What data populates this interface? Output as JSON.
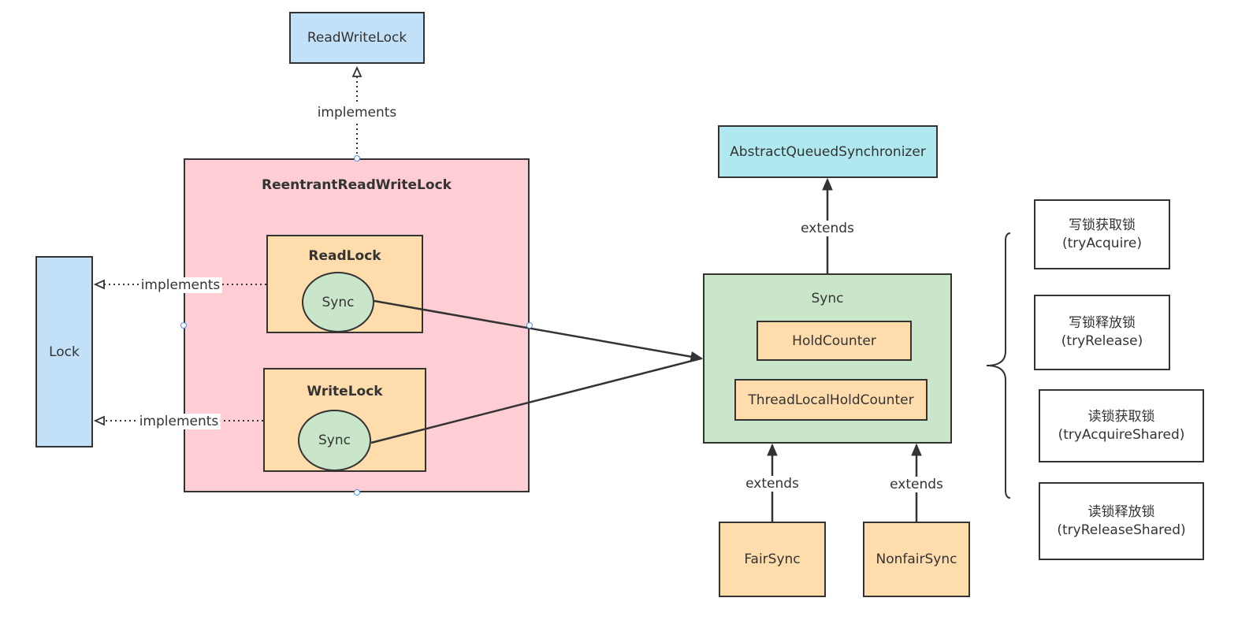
{
  "nodes": {
    "read_write_lock": "ReadWriteLock",
    "lock": "Lock",
    "reentrant_read_write_lock": "ReentrantReadWriteLock",
    "read_lock": "ReadLock",
    "read_lock_sync": "Sync",
    "write_lock": "WriteLock",
    "write_lock_sync": "Sync",
    "aqs": "AbstractQueuedSynchronizer",
    "sync": "Sync",
    "hold_counter": "HoldCounter",
    "thread_local_hold_counter": "ThreadLocalHoldCounter",
    "fair_sync": "FairSync",
    "nonfair_sync": "NonfairSync"
  },
  "edge_labels": {
    "rrwl_implements_rwl": "implements",
    "readlock_implements_lock": "implements",
    "writelock_implements_lock": "implements",
    "sync_extends_aqs": "extends",
    "fair_extends_sync": "extends",
    "nonfair_extends_sync": "extends"
  },
  "methods": [
    {
      "name": "写锁获取锁",
      "method": "(tryAcquire)"
    },
    {
      "name": "写锁释放锁",
      "method": "(tryRelease)"
    },
    {
      "name": "读锁获取锁",
      "method": "(tryAcquireShared)"
    },
    {
      "name": "读锁释放锁",
      "method": "(tryReleaseShared)"
    }
  ],
  "colors": {
    "interface_fill": "#c2e0f8",
    "aqs_fill": "#b0e8ef",
    "container_fill": "#ffcdd4",
    "class_fill": "#fedcac",
    "sync_fill": "#c9e6ca",
    "line": "#333333",
    "selection_handle": "#4a90e2"
  }
}
